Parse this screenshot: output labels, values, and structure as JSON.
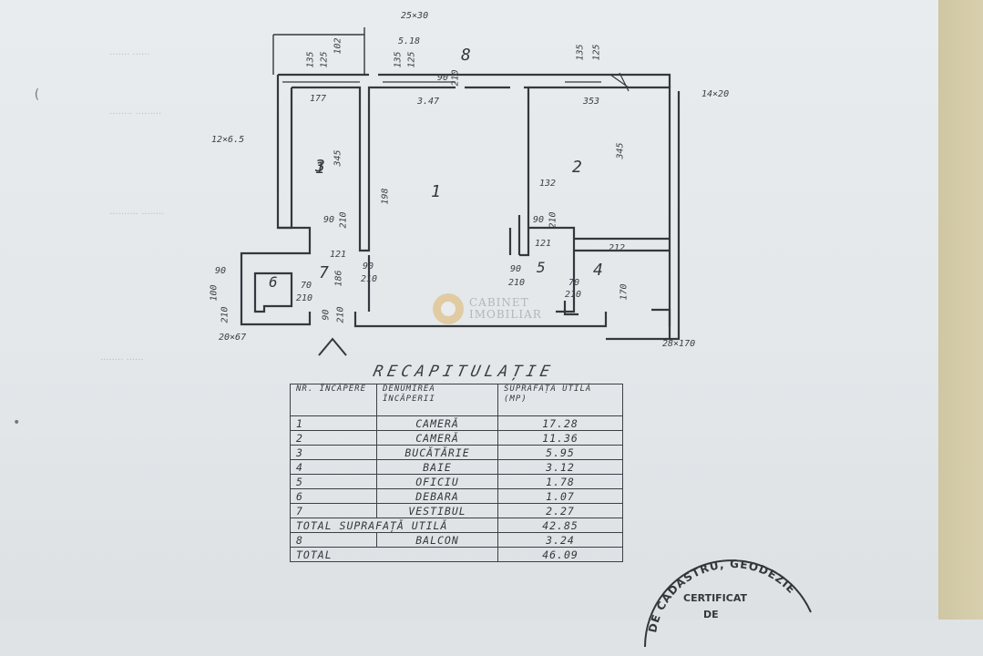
{
  "plan": {
    "rooms": [
      {
        "num": "1"
      },
      {
        "num": "2"
      },
      {
        "num": "3"
      },
      {
        "num": "4"
      },
      {
        "num": "5"
      },
      {
        "num": "6"
      },
      {
        "num": "7"
      },
      {
        "num": "8"
      }
    ],
    "dimensions": [
      "25×30",
      "5.18",
      "135",
      "125",
      "102",
      "135",
      "125",
      "135",
      "125",
      "90",
      "210",
      "177",
      "3.47",
      "353",
      "14×20",
      "12×6.5",
      "345",
      "198",
      "345",
      "132",
      "90",
      "210",
      "121",
      "212",
      "90",
      "210",
      "70",
      "210",
      "170",
      "28×170",
      "100",
      "70",
      "210",
      "186",
      "90",
      "210",
      "90",
      "210",
      "20×67",
      "90",
      "210",
      "90",
      "210",
      "121"
    ]
  },
  "recap": {
    "title": "RECAPITULAȚIE",
    "headers": [
      "NR. ÎNCĂPERE",
      "DENUMIREA ÎNCĂPERII",
      "SUPRAFAȚA UTILĂ (MP)"
    ],
    "rows": [
      {
        "nr": "1",
        "name": "CAMERĂ",
        "area": "17.28"
      },
      {
        "nr": "2",
        "name": "CAMERĂ",
        "area": "11.36"
      },
      {
        "nr": "3",
        "name": "BUCĂTĂRIE",
        "area": "5.95"
      },
      {
        "nr": "4",
        "name": "BAIE",
        "area": "3.12"
      },
      {
        "nr": "5",
        "name": "OFICIU",
        "area": "1.78"
      },
      {
        "nr": "6",
        "name": "DEBARA",
        "area": "1.07"
      },
      {
        "nr": "7",
        "name": "VESTIBUL",
        "area": "2.27"
      }
    ],
    "total_useful_label": "TOTAL SUPRAFAȚĂ UTILĂ",
    "total_useful_value": "42.85",
    "balcony": {
      "nr": "8",
      "name": "BALCON",
      "area": "3.24"
    },
    "total_label": "TOTAL",
    "total_value": "46.09"
  },
  "watermark": {
    "line1": "CABINET",
    "line2": "IMOBILIAR"
  },
  "stamp": {
    "arc": "DE CADASTRU, GEODEZIE",
    "line1": "CERTIFICAT",
    "line2": "DE"
  }
}
